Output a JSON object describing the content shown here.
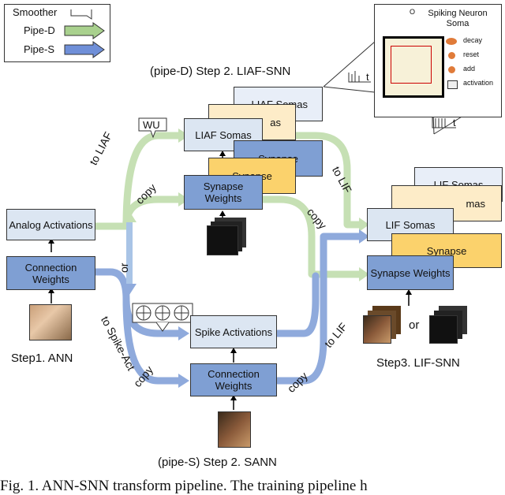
{
  "legend": {
    "smoother": "Smoother",
    "pipe_d": "Pipe-D",
    "pipe_s": "Pipe-S",
    "colors": {
      "smoother": "#ffffff",
      "pipe_d": "#a9d18e",
      "pipe_s": "#6f8fd8"
    }
  },
  "step1": {
    "analog": "Analog Activations",
    "connection": "Connection Weights",
    "label": "Step1. ANN"
  },
  "pipe_d": {
    "title": "(pipe-D) Step 2. LIAF-SNN",
    "wu": "WU",
    "liaf_somas": "LIAF Somas",
    "liaf_somas_back1": "LIAF Somas",
    "liaf_somas_back2": "as",
    "synapse_weights": "Synapse Weights",
    "synapse_back": "Synapse",
    "synapse_back2": "Synapse"
  },
  "pipe_s": {
    "title": "(pipe-S) Step 2. SANN",
    "spike_activations": "Spike Activations",
    "connection_weights": "Connection Weights"
  },
  "step3": {
    "lif_somas": "LIF Somas",
    "lif_somas_back1": "LIF Somas",
    "lif_somas_back2": "mas",
    "synapse_weights": "Synapse Weights",
    "synapse_back": "Synapse",
    "label": "Step3. LIF-SNN",
    "or": "or"
  },
  "arrows": {
    "to_liaf": "to LIAF",
    "to_lif_top": "to LIF",
    "to_lif_bottom": "to LIF",
    "copy_d": "copy",
    "copy_d2": "copy",
    "copy_s": "copy",
    "copy_s2": "copy",
    "to_spike_act": "to Spike-Act",
    "or": "or"
  },
  "neuron": {
    "title": "Spiking Neuron Soma",
    "decay": "decay",
    "reset": "reset",
    "add": "add",
    "activation": "activation",
    "o_t": "O",
    "t_label": "t"
  },
  "caption": "Fig. 1. ANN-SNN transform pipeline. The training pipeline h"
}
